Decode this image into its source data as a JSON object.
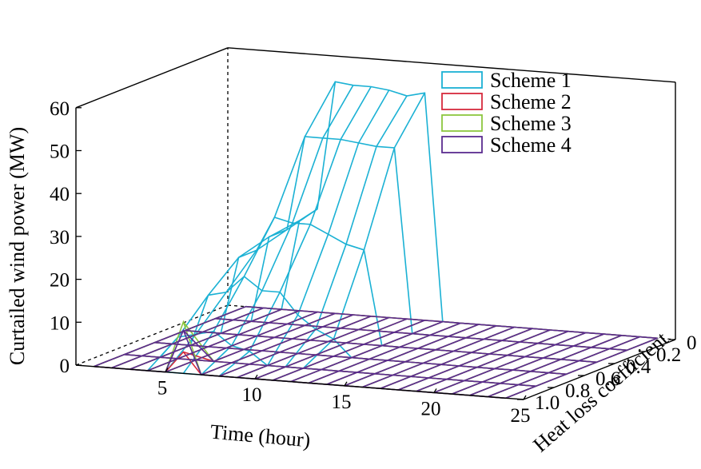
{
  "chart_data": {
    "type": "surface-3d",
    "zlabel": "Curtailed wind power (MW)",
    "xlabel": "Time (hour)",
    "ylabel": "Heat loss coefficient",
    "x_ticks": [
      "5",
      "10",
      "15",
      "20",
      "25"
    ],
    "y_ticks": [
      "0",
      "0.2",
      "0.4",
      "0.6",
      "0.8",
      "1.0"
    ],
    "z_ticks": [
      "0",
      "10",
      "20",
      "30",
      "40",
      "50",
      "60"
    ],
    "xlim": [
      1,
      24
    ],
    "ylim": [
      0,
      1
    ],
    "zlim": [
      0,
      60
    ],
    "grid": false,
    "legend_position": "top-right",
    "x": [
      1,
      2,
      3,
      4,
      5,
      6,
      7,
      8,
      9,
      10,
      11,
      12,
      13,
      14,
      15,
      16,
      17,
      18,
      19,
      20,
      21,
      22,
      23,
      24
    ],
    "y": [
      0,
      0.2,
      0.4,
      0.6,
      0.8,
      1.0
    ],
    "series": [
      {
        "name": "Scheme 1",
        "color": "#1bb1d4",
        "values": [
          [
            0,
            0,
            0,
            21,
            24,
            54,
            53.5,
            53.5,
            53,
            52,
            53,
            0,
            0,
            0,
            0,
            0,
            0,
            0,
            0,
            0,
            0,
            0,
            0,
            0
          ],
          [
            0,
            0,
            0,
            20,
            22,
            44,
            44,
            44,
            43.5,
            43,
            43,
            0,
            0,
            0,
            0,
            0,
            0,
            0,
            0,
            0,
            0,
            0,
            0,
            0
          ],
          [
            0,
            0,
            0,
            18,
            20,
            28,
            27,
            27,
            25,
            23,
            22,
            0,
            0,
            0,
            0,
            0,
            0,
            0,
            0,
            0,
            0,
            0,
            0,
            0
          ],
          [
            0,
            0,
            0,
            12,
            13,
            17,
            14,
            14,
            9,
            6,
            4,
            0,
            0,
            0,
            0,
            0,
            0,
            0,
            0,
            0,
            0,
            0,
            0,
            0
          ],
          [
            0,
            0,
            0,
            5,
            6,
            7,
            4,
            3,
            0,
            0,
            0,
            0,
            0,
            0,
            0,
            0,
            0,
            0,
            0,
            0,
            0,
            0,
            0,
            0
          ],
          [
            0,
            0,
            0,
            0,
            0,
            0,
            0,
            0,
            0,
            0,
            0,
            0,
            0,
            0,
            0,
            0,
            0,
            0,
            0,
            0,
            0,
            0,
            0,
            0
          ]
        ]
      },
      {
        "name": "Scheme 2",
        "color": "#d62a3c",
        "values": [
          [
            0,
            0,
            0,
            0,
            0,
            0,
            0,
            0,
            0,
            0,
            0,
            0,
            0,
            0,
            0,
            0,
            0,
            0,
            0,
            0,
            0,
            0,
            0,
            0
          ],
          [
            0,
            0,
            0,
            0,
            0,
            0,
            0,
            0,
            0,
            0,
            0,
            0,
            0,
            0,
            0,
            0,
            0,
            0,
            0,
            0,
            0,
            0,
            0,
            0
          ],
          [
            0,
            0,
            0,
            0,
            0,
            0,
            0,
            0,
            0,
            0,
            0,
            0,
            0,
            0,
            0,
            0,
            0,
            0,
            0,
            0,
            0,
            0,
            0,
            0
          ],
          [
            0,
            0,
            0,
            0,
            0,
            0,
            0,
            0,
            0,
            0,
            0,
            0,
            0,
            0,
            0,
            0,
            0,
            0,
            0,
            0,
            0,
            0,
            0,
            0
          ],
          [
            0,
            0,
            0,
            0,
            0,
            0,
            0,
            0,
            0,
            0,
            0,
            0,
            0,
            0,
            0,
            0,
            0,
            0,
            0,
            0,
            0,
            0,
            0,
            0
          ],
          [
            0,
            0,
            0,
            0,
            0,
            5,
            0,
            0,
            0,
            0,
            0,
            0,
            0,
            0,
            0,
            0,
            0,
            0,
            0,
            0,
            0,
            0,
            0,
            0
          ]
        ]
      },
      {
        "name": "Scheme 3",
        "color": "#8cc63f",
        "values": [
          [
            0,
            0,
            0,
            0,
            0,
            0,
            0,
            0,
            0,
            0,
            0,
            0,
            0,
            0,
            0,
            0,
            0,
            0,
            0,
            0,
            0,
            0,
            0,
            0
          ],
          [
            0,
            0,
            0,
            0,
            0,
            0,
            0,
            0,
            0,
            0,
            0,
            0,
            0,
            0,
            0,
            0,
            0,
            0,
            0,
            0,
            0,
            0,
            0,
            0
          ],
          [
            0,
            0,
            0,
            0,
            0,
            0,
            0,
            0,
            0,
            0,
            0,
            0,
            0,
            0,
            0,
            0,
            0,
            0,
            0,
            0,
            0,
            0,
            0,
            0
          ],
          [
            0,
            0,
            0,
            0,
            0,
            0,
            0,
            0,
            0,
            0,
            0,
            0,
            0,
            0,
            0,
            0,
            0,
            0,
            0,
            0,
            0,
            0,
            0,
            0
          ],
          [
            0,
            0,
            0,
            0,
            0,
            0,
            0,
            0,
            0,
            0,
            0,
            0,
            0,
            0,
            0,
            0,
            0,
            0,
            0,
            0,
            0,
            0,
            0,
            0
          ],
          [
            0,
            0,
            0,
            0,
            0,
            12,
            0,
            0,
            0,
            0,
            0,
            0,
            0,
            0,
            0,
            0,
            0,
            0,
            0,
            0,
            0,
            0,
            0,
            0
          ]
        ]
      },
      {
        "name": "Scheme 4",
        "color": "#5b2c8f",
        "values": [
          [
            0,
            0,
            0,
            0,
            0,
            0,
            0,
            0,
            0,
            0,
            0,
            0,
            0,
            0,
            0,
            0,
            0,
            0,
            0,
            0,
            0,
            0,
            0,
            0
          ],
          [
            0,
            0,
            0,
            0,
            0,
            0,
            0,
            0,
            0,
            0,
            0,
            0,
            0,
            0,
            0,
            0,
            0,
            0,
            0,
            0,
            0,
            0,
            0,
            0
          ],
          [
            0,
            0,
            0,
            0,
            0,
            0,
            0,
            0,
            0,
            0,
            0,
            0,
            0,
            0,
            0,
            0,
            0,
            0,
            0,
            0,
            0,
            0,
            0,
            0
          ],
          [
            0,
            0,
            0,
            0,
            0,
            0,
            0,
            0,
            0,
            0,
            0,
            0,
            0,
            0,
            0,
            0,
            0,
            0,
            0,
            0,
            0,
            0,
            0,
            0
          ],
          [
            0,
            0,
            0,
            0,
            0,
            0,
            0,
            0,
            0,
            0,
            0,
            0,
            0,
            0,
            0,
            0,
            0,
            0,
            0,
            0,
            0,
            0,
            0,
            0
          ],
          [
            0,
            0,
            0,
            0,
            0,
            10,
            0,
            0,
            0,
            0,
            0,
            0,
            0,
            0,
            0,
            0,
            0,
            0,
            0,
            0,
            0,
            0,
            0,
            0
          ]
        ]
      }
    ]
  }
}
